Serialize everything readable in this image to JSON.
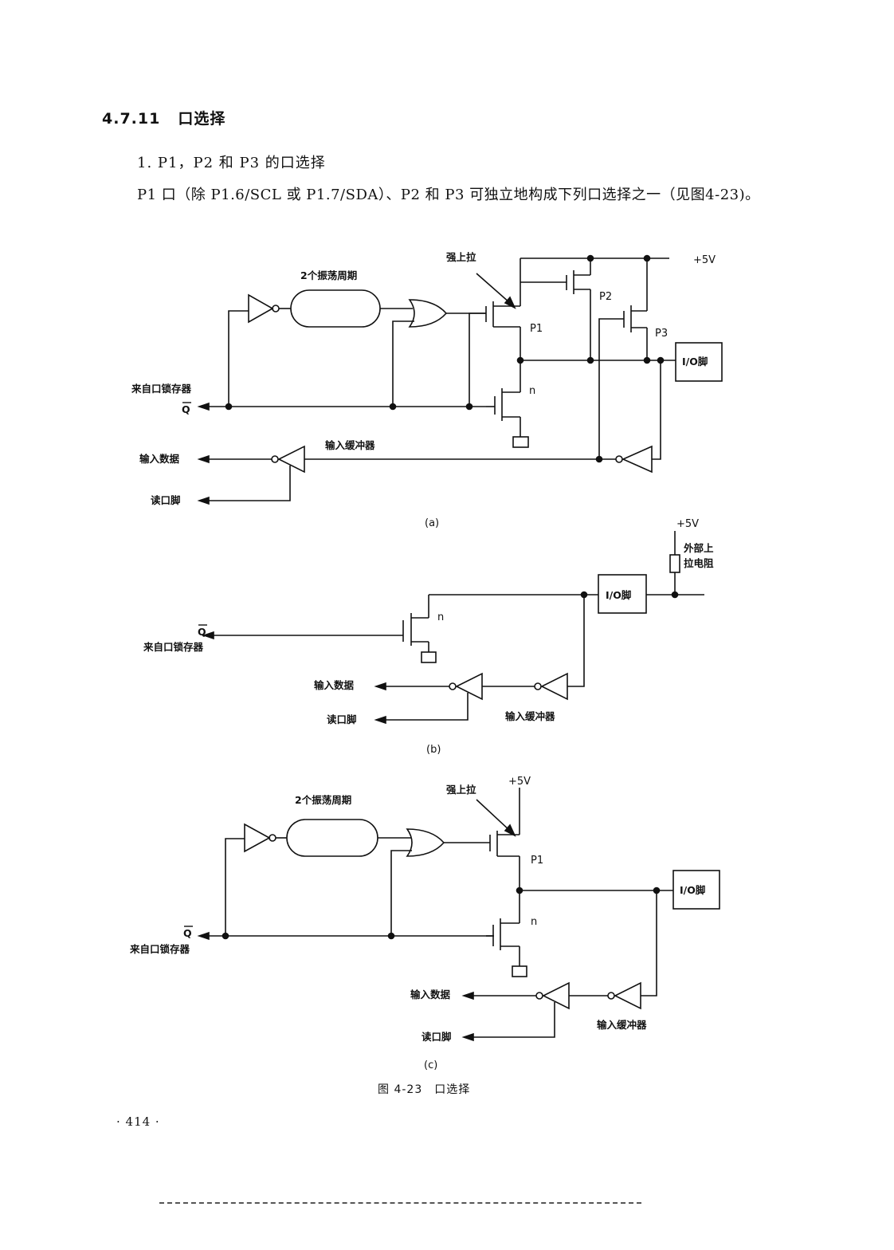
{
  "section": {
    "number": "4.7.11",
    "title": "口选择"
  },
  "subheading": "1. P1，P2 和 P3 的口选择",
  "paragraph": "P1 口（除 P1.6/SCL 或 P1.7/SDA）、P2 和 P3 可独立地构成下列口选择之一（见图4-23)。",
  "figure_a": {
    "label_osc": "2个振荡周期",
    "label_pullup": "强上拉",
    "label_vcc": "+5V",
    "label_p1": "P1",
    "label_p2": "P2",
    "label_p3": "P3",
    "label_n": "n",
    "label_pin": "I/O脚",
    "label_latch": "来自口锁存器",
    "label_q": "Q",
    "label_input_data": "输入数据",
    "label_read_pin": "读口脚",
    "label_input_buffer": "输入缓冲器",
    "sub_label": "(a)"
  },
  "figure_b": {
    "label_vcc": "+5V",
    "label_ext1": "外部上",
    "label_ext2": "拉电阻",
    "label_pin": "I/O脚",
    "label_n": "n",
    "label_q": "Q",
    "label_latch": "来自口锁存器",
    "label_input_data": "输入数据",
    "label_read_pin": "读口脚",
    "label_input_buffer": "输入缓冲器",
    "sub_label": "(b)"
  },
  "figure_c": {
    "label_osc": "2个振荡周期",
    "label_pullup": "强上拉",
    "label_vcc": "+5V",
    "label_p1": "P1",
    "label_n": "n",
    "label_pin": "I/O脚",
    "label_q": "Q",
    "label_latch": "来自口锁存器",
    "label_input_data": "输入数据",
    "label_read_pin": "读口脚",
    "label_input_buffer": "输入缓冲器",
    "sub_label": "(c)"
  },
  "caption": "图 4-23　口选择",
  "page_number": "· 414 ·"
}
